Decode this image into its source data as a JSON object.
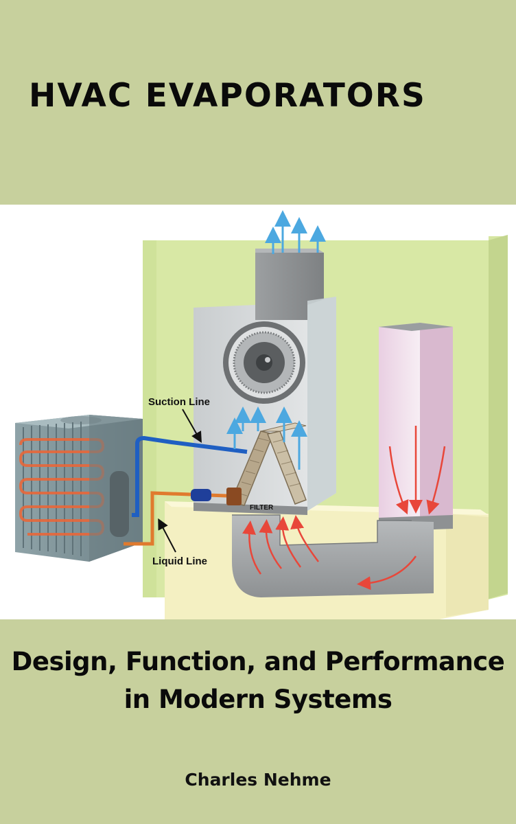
{
  "book": {
    "title": "HVAC EVAPORATORS",
    "subtitle_line1": "Design, Function, and Performance",
    "subtitle_line2": "in Modern Systems",
    "author": "Charles Nehme"
  },
  "diagram": {
    "label_suction": "Suction Line",
    "label_liquid": "Liquid Line",
    "label_filter": "FILTER"
  },
  "colors": {
    "background": "#c7d09d",
    "wall": "#d6e6a2",
    "cold_air": "#4ca8e0",
    "warm_air": "#e8473a",
    "suction_pipe": "#1f5fc2",
    "liquid_pipe": "#e07a2e"
  }
}
